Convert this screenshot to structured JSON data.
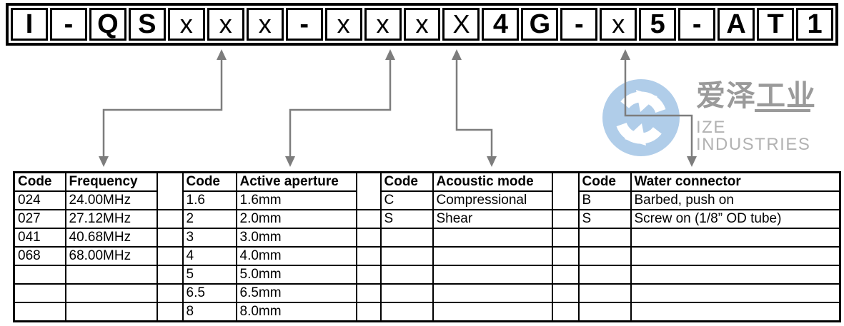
{
  "part_code": {
    "cells": [
      "I",
      "-",
      "Q",
      "S",
      "x",
      "x",
      "x",
      "-",
      "x",
      "x",
      "x",
      "X",
      "4",
      "G",
      "-",
      "x",
      "5",
      "-",
      "A",
      "T",
      "1"
    ]
  },
  "connectors": {
    "color": "#7d7d7d",
    "targets": [
      "frequency",
      "active-aperture",
      "acoustic-mode",
      "water-connector"
    ]
  },
  "logo": {
    "cn_text": "爱泽工业",
    "en_text": "IZE INDUSTRIES",
    "circle_color": "#b0cde9",
    "cn_color": "#9a9a9a",
    "en_color": "#b2b2b2"
  },
  "reference_table": {
    "headers": [
      "Code",
      "Frequency",
      "",
      "Code",
      "Active aperture",
      "",
      "Code",
      "Acoustic mode",
      "",
      "Code",
      "Water connector"
    ],
    "rows": [
      [
        "024",
        "24.00MHz",
        "",
        "1.6",
        "1.6mm",
        "",
        "C",
        "Compressional",
        "",
        "B",
        "Barbed, push on"
      ],
      [
        "027",
        "27.12MHz",
        "",
        "2",
        "2.0mm",
        "",
        "S",
        "Shear",
        "",
        "S",
        "Screw on (1/8” OD tube)"
      ],
      [
        "041",
        "40.68MHz",
        "",
        "3",
        "3.0mm",
        "",
        "",
        "",
        "",
        "",
        ""
      ],
      [
        "068",
        "68.00MHz",
        "",
        "4",
        "4.0mm",
        "",
        "",
        "",
        "",
        "",
        ""
      ],
      [
        "",
        "",
        "",
        "5",
        "5.0mm",
        "",
        "",
        "",
        "",
        "",
        ""
      ],
      [
        "",
        "",
        "",
        "6.5",
        "6.5mm",
        "",
        "",
        "",
        "",
        "",
        ""
      ],
      [
        "",
        "",
        "",
        "8",
        "8.0mm",
        "",
        "",
        "",
        "",
        "",
        ""
      ]
    ]
  }
}
